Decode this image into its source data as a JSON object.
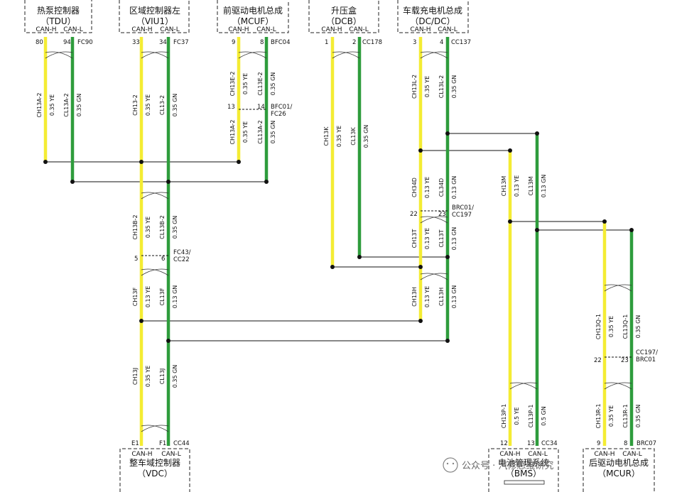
{
  "ecus_top": [
    {
      "name": "热泵控制器",
      "code": "（TDU）",
      "can_h": "CAN-H",
      "can_l": "CAN-L",
      "pin_h": "80",
      "pin_l": "94",
      "connector": "FC90"
    },
    {
      "name": "区域控制器左",
      "code": "（VIU1）",
      "can_h": "CAN-H",
      "can_l": "CAN-L",
      "pin_h": "33",
      "pin_l": "34",
      "connector": "FC37"
    },
    {
      "name": "前驱动电机总成",
      "code": "（MCUF）",
      "can_h": "CAN-H",
      "can_l": "CAN-L",
      "pin_h": "9",
      "pin_l": "8",
      "connector": "BFC04"
    },
    {
      "name": "升压盒",
      "code": "（DCB）",
      "can_h": "CAN-H",
      "can_l": "CAN-L",
      "pin_h": "1",
      "pin_l": "2",
      "connector": "CC178"
    },
    {
      "name": "车载充电机总成",
      "code": "（DC/DC）",
      "can_h": "CAN-H",
      "can_l": "CAN-L",
      "pin_h": "3",
      "pin_l": "4",
      "connector": "CC137"
    }
  ],
  "ecus_bottom": [
    {
      "name": "整车域控制器",
      "code": "（VDC）",
      "can_h": "CAN-H",
      "can_l": "CAN-L",
      "pin_h": "E1",
      "pin_l": "F1",
      "connector": "CC44"
    },
    {
      "name": "电池管理系统",
      "code": "（BMS）",
      "can_h": "CAN-H",
      "can_l": "CAN-L",
      "pin_h": "12",
      "pin_l": "13",
      "connector": "CC34"
    },
    {
      "name": "后驱动电机总成",
      "code": "（MCUR）",
      "can_h": "CAN-H",
      "can_l": "CAN-L",
      "pin_h": "9",
      "pin_l": "8",
      "connector": "BRC07"
    }
  ],
  "wire_labels": {
    "tdu_h": [
      "CH13A-2",
      "0.35 YE"
    ],
    "tdu_l": [
      "CL13A-2",
      "0.35 GN"
    ],
    "viu_h": [
      "CH13-2",
      "0.35 YE"
    ],
    "viu_l": [
      "CL13-2",
      "0.35 GN"
    ],
    "mcuf_h1": [
      "CH13E-2",
      "0.35 YE"
    ],
    "mcuf_l1": [
      "CL13E-2",
      "0.35 GN"
    ],
    "mcuf_h2": [
      "CH13A-2",
      "0.35 YE"
    ],
    "mcuf_l2": [
      "CL13A-2",
      "0.35 GN"
    ],
    "dcb_h": [
      "CH13K",
      "0.35 YE"
    ],
    "dcb_l": [
      "CL13K",
      "0.35 GN"
    ],
    "dc_h1": [
      "CH13L-2",
      "0.35 YE"
    ],
    "dc_l1": [
      "CL13L-2",
      "0.35 GN"
    ],
    "dc_h2": [
      "CH34D",
      "0.13 YE"
    ],
    "dc_l2": [
      "CL34D",
      "0.13 GN"
    ],
    "dc_h3": [
      "CH13T",
      "0.13 YE"
    ],
    "dc_l3": [
      "CL13T",
      "0.13 GN"
    ],
    "dc_h4": [
      "CH13H",
      "0.13 YE"
    ],
    "dc_l4": [
      "CL13H",
      "0.13 GN"
    ],
    "m_h": [
      "CH13M",
      "0.13 YE"
    ],
    "m_l": [
      "CL13M",
      "0.13 GN"
    ],
    "b_h": [
      "CH13B-2",
      "0.35 YE"
    ],
    "b_l": [
      "CL13B-2",
      "0.35 GN"
    ],
    "f_h": [
      "CH13F",
      "0.13 YE"
    ],
    "f_l": [
      "CL13F",
      "0.13 GN"
    ],
    "j_h": [
      "CH13J",
      "0.35 YE"
    ],
    "j_l": [
      "CL13J",
      "0.35 GN"
    ],
    "p_h": [
      "CH13P-1",
      "0.5 YE"
    ],
    "p_l": [
      "CL13P-1",
      "0.5 GN"
    ],
    "q_h": [
      "CH13Q-1",
      "0.35 YE"
    ],
    "q_l": [
      "CL13Q-1",
      "0.35 GN"
    ],
    "r_h": [
      "CH13R-1",
      "0.35 YE"
    ],
    "r_l": [
      "CL13R-1",
      "0.35 GN"
    ]
  },
  "inline_connectors": {
    "mcuf": {
      "pin_h": "13",
      "pin_l": "14",
      "label1": "BFC01/",
      "label2": "FC26"
    },
    "dcdc": {
      "pin_h": "22",
      "pin_l": "23",
      "label1": "BRC01/",
      "label2": "CC197"
    },
    "viu": {
      "pin_h": "5",
      "pin_l": "6",
      "label1": "FC43/",
      "label2": "CC22"
    },
    "mcur": {
      "pin_h": "22",
      "pin_l": "23",
      "label1": "CC197/",
      "label2": "BRC01"
    }
  },
  "watermark": {
    "text": "公众号 · 汽修思维研究"
  },
  "colors": {
    "can_h": "#f4ec33",
    "can_l": "#2e9c3c"
  }
}
